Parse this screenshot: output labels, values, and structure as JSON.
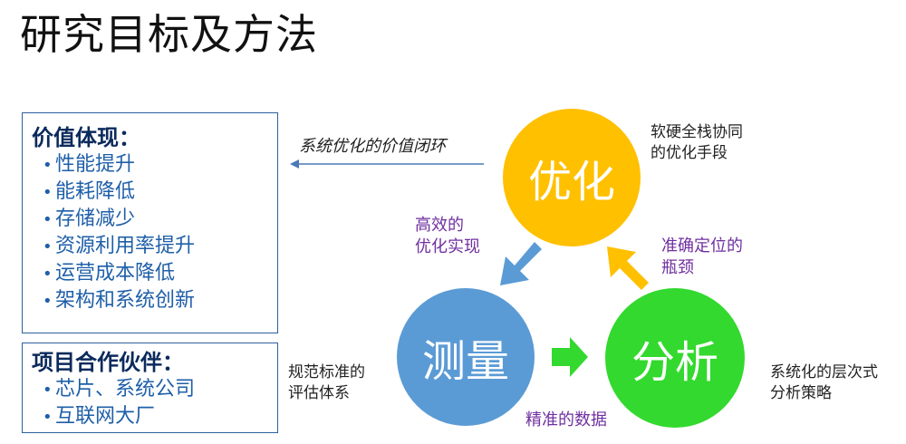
{
  "page": {
    "title": "研究目标及方法"
  },
  "value_box": {
    "heading": "价值体现：",
    "items": [
      "性能提升",
      "能耗降低",
      "存储减少",
      "资源利用率提升",
      "运营成本降低",
      "架构和系统创新"
    ]
  },
  "partner_box": {
    "heading": "项目合作伙伴：",
    "items": [
      "芯片、系统公司",
      "互联网大厂"
    ]
  },
  "loop": {
    "label": "系统优化的价值闭环"
  },
  "circles": {
    "optimize": "优化",
    "measure": "测量",
    "analyze": "分析"
  },
  "notes": {
    "optimize_line1": "软硬全栈协同",
    "optimize_line2": "的优化手段",
    "measure_line1": "规范标准的",
    "measure_line2": "评估体系",
    "analyze_line1": "系统化的层次式",
    "analyze_line2": "分析策略"
  },
  "flows": {
    "opt_to_measure_line1": "高效的",
    "opt_to_measure_line2": "优化实现",
    "analyze_to_opt_line1": "准确定位的",
    "analyze_to_opt_line2": "瓶颈",
    "measure_to_analyze": "精准的数据"
  },
  "colors": {
    "optimize": "#ffc000",
    "measure": "#5b9bd5",
    "analyze": "#33d92e",
    "arrow_blue": "#5b9bd5",
    "arrow_yellow": "#ffc000",
    "arrow_green": "#33d92e",
    "flow_text": "#7030a0",
    "box_border": "#2e5f9e",
    "item_text": "#1f5fa8"
  }
}
